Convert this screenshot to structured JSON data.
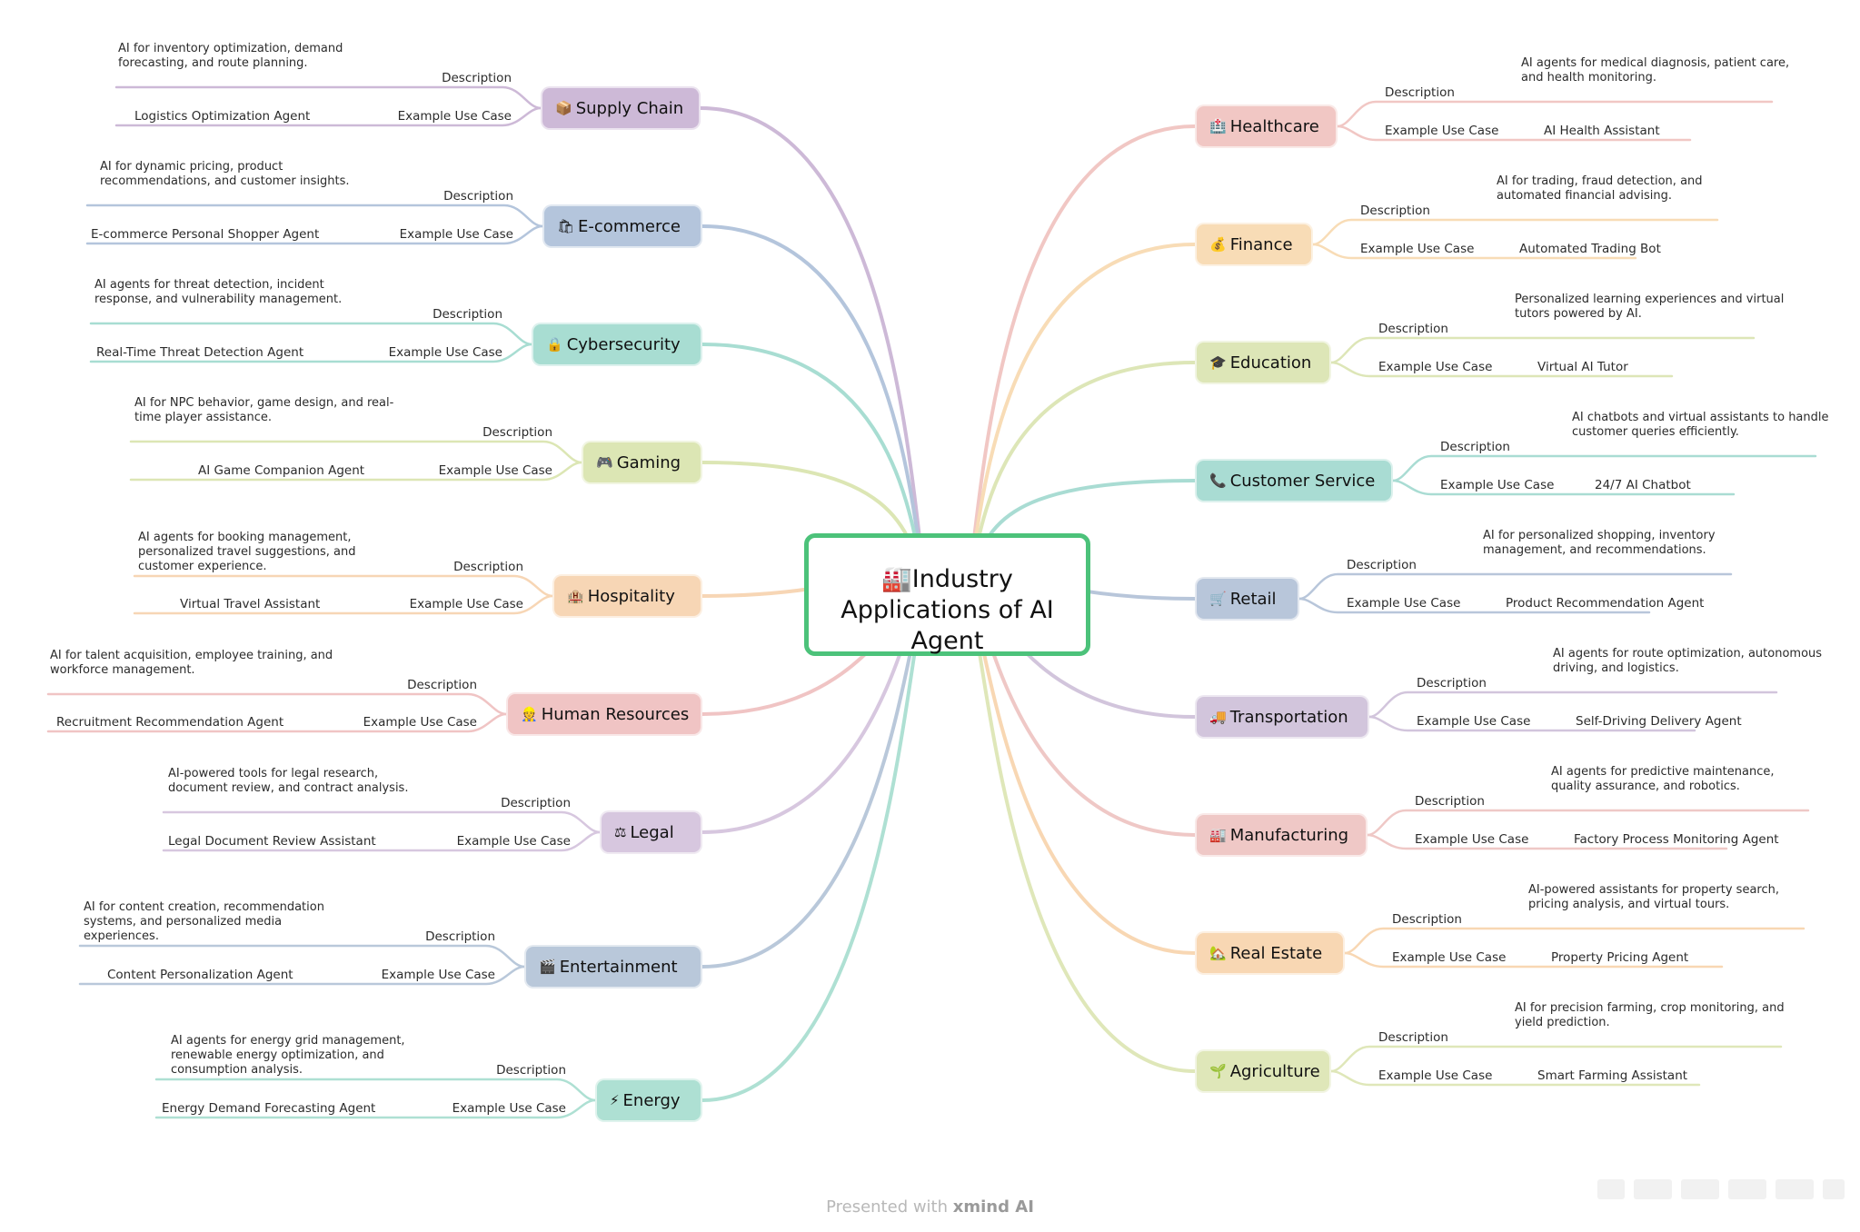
{
  "central_topic": {
    "icon": "factory-icon",
    "glyph": "🏭",
    "label": "Industry\nApplications of AI\nAgent"
  },
  "labels": {
    "desc": "Description",
    "use": "Example Use Case"
  },
  "left_branches": [
    {
      "name": "Supply Chain",
      "icon": "box-icon",
      "glyph": "📦",
      "color": "#cdb9d7",
      "description": "AI for inventory optimization, demand forecasting, and route planning.",
      "use_case": "Logistics Optimization Agent"
    },
    {
      "name": "E-commerce",
      "icon": "shopping-bag-icon",
      "glyph": "🛍",
      "color": "#b4c5dc",
      "description": "AI for dynamic pricing, product recommendations, and customer insights.",
      "use_case": "E-commerce Personal Shopper Agent"
    },
    {
      "name": "Cybersecurity",
      "icon": "lock-icon",
      "glyph": "🔒",
      "color": "#a8ddd2",
      "description": "AI agents for threat detection, incident response, and vulnerability management.",
      "use_case": "Real-Time Threat Detection Agent"
    },
    {
      "name": "Gaming",
      "icon": "gamepad-icon",
      "glyph": "🎮",
      "color": "#dce6b4",
      "description": "AI for NPC behavior, game design, and real-time player assistance.",
      "use_case": "AI Game Companion Agent"
    },
    {
      "name": "Hospitality",
      "icon": "hotel-icon",
      "glyph": "🏨",
      "color": "#f7d6b5",
      "description": "AI agents for booking management, personalized travel suggestions, and customer experience.",
      "use_case": "Virtual Travel Assistant"
    },
    {
      "name": "Human Resources",
      "icon": "worker-icon",
      "glyph": "👷",
      "color": "#f0c4c4",
      "description": "AI for talent acquisition, employee training, and workforce management.",
      "use_case": "Recruitment Recommendation Agent"
    },
    {
      "name": "Legal",
      "icon": "scales-icon",
      "glyph": "⚖",
      "color": "#d7c7df",
      "description": "AI-powered tools for legal research, document review, and contract analysis.",
      "use_case": "Legal Document Review Assistant"
    },
    {
      "name": "Entertainment",
      "icon": "film-icon",
      "glyph": "🎬",
      "color": "#b9c8da",
      "description": "AI for content creation, recommendation systems, and personalized media experiences.",
      "use_case": "Content Personalization Agent"
    },
    {
      "name": "Energy",
      "icon": "lightning-icon",
      "glyph": "⚡",
      "color": "#aee0d3",
      "description": "AI agents for energy grid management, renewable energy optimization, and consumption analysis.",
      "use_case": "Energy Demand Forecasting Agent"
    }
  ],
  "right_branches": [
    {
      "name": "Healthcare",
      "icon": "hospital-icon",
      "glyph": "🏥",
      "color": "#f1c7c4",
      "description": "AI agents for medical diagnosis, patient care, and health monitoring.",
      "use_case": "AI Health Assistant"
    },
    {
      "name": "Finance",
      "icon": "money-bag-icon",
      "glyph": "💰",
      "color": "#f8dcb6",
      "description": "AI for trading, fraud detection, and automated financial advising.",
      "use_case": "Automated Trading Bot"
    },
    {
      "name": "Education",
      "icon": "graduation-cap-icon",
      "glyph": "🎓",
      "color": "#dde6b7",
      "description": "Personalized learning experiences and virtual tutors powered by AI.",
      "use_case": "Virtual AI Tutor"
    },
    {
      "name": "Customer Service",
      "icon": "telephone-icon",
      "glyph": "📞",
      "color": "#a9dcd3",
      "description": "AI chatbots and virtual assistants to handle customer queries efficiently.",
      "use_case": "24/7 AI Chatbot"
    },
    {
      "name": "Retail",
      "icon": "shopping-cart-icon",
      "glyph": "🛒",
      "color": "#b8c6da",
      "description": "AI for personalized shopping, inventory management, and recommendations.",
      "use_case": "Product Recommendation Agent"
    },
    {
      "name": "Transportation",
      "icon": "truck-icon",
      "glyph": "🚚",
      "color": "#d2c5dc",
      "description": "AI agents for route optimization, autonomous driving, and logistics.",
      "use_case": "Self-Driving Delivery Agent"
    },
    {
      "name": "Manufacturing",
      "icon": "factory-icon",
      "glyph": "🏭",
      "color": "#efc8c6",
      "description": "AI agents for predictive maintenance, quality assurance, and robotics.",
      "use_case": "Factory Process Monitoring Agent"
    },
    {
      "name": "Real Estate",
      "icon": "house-icon",
      "glyph": "🏡",
      "color": "#f8d7b3",
      "description": "AI-powered assistants for property search, pricing analysis, and virtual tours.",
      "use_case": "Property Pricing Agent"
    },
    {
      "name": "Agriculture",
      "icon": "sprout-icon",
      "glyph": "🌱",
      "color": "#dfe7b9",
      "description": "AI for precision farming, crop monitoring, and yield prediction.",
      "use_case": "Smart Farming Assistant"
    }
  ],
  "footer": {
    "prefix": "Presented with",
    "brand": "xmind AI"
  }
}
